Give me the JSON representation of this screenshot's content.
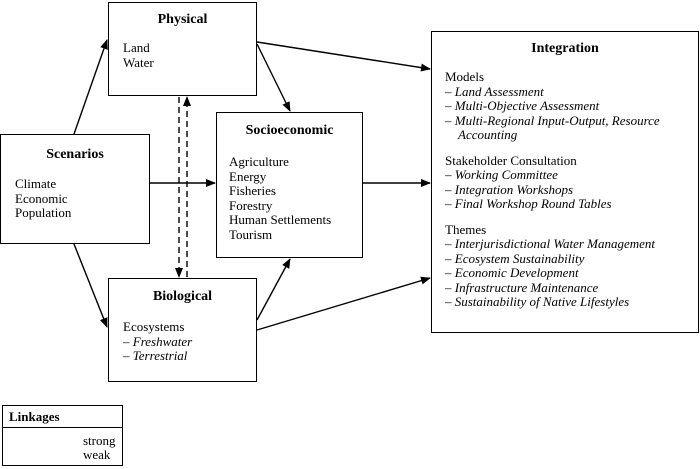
{
  "physical": {
    "title": "Physical",
    "items": [
      "Land",
      "Water"
    ]
  },
  "scenarios": {
    "title": "Scenarios",
    "items": [
      "Climate",
      "Economic",
      "Population"
    ]
  },
  "socioeconomic": {
    "title": "Socioeconomic",
    "items": [
      "Agriculture",
      "Energy",
      "Fisheries",
      "Forestry",
      "Human Settlements",
      "Tourism"
    ]
  },
  "biological": {
    "title": "Biological",
    "head": "Ecosystems",
    "items": [
      "– Freshwater",
      "– Terrestrial"
    ]
  },
  "integration": {
    "title": "Integration",
    "models": {
      "head": "Models",
      "items": [
        "– Land Assessment",
        "– Multi-Objective Assessment",
        "– Multi-Regional Input-Output, Resource"
      ],
      "continuation": "Accounting"
    },
    "stakeholder": {
      "head": "Stakeholder Consultation",
      "items": [
        "– Working Committee",
        "– Integration Workshops",
        "– Final Workshop Round Tables"
      ]
    },
    "themes": {
      "head": "Themes",
      "items": [
        "– Interjurisdictional Water Management",
        "– Ecosystem Sustainability",
        "– Economic Development",
        "– Infrastructure Maintenance",
        "– Sustainability of Native Lifestyles"
      ]
    }
  },
  "legend": {
    "title": "Linkages",
    "strong": "strong",
    "weak": "weak"
  }
}
